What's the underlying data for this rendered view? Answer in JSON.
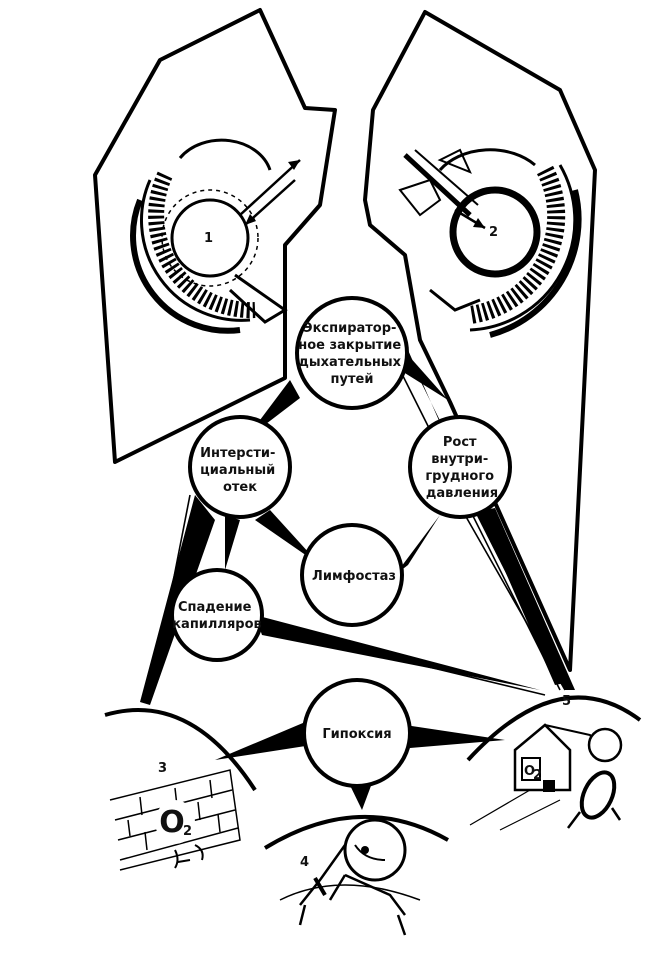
{
  "nodes": {
    "expiratory": [
      "Экспиратор-",
      "ное закрытие",
      "дыхательных",
      "путей"
    ],
    "edema": [
      "Интерсти-",
      "циальный",
      "отек"
    ],
    "pressure": [
      "Рост",
      "внутри-",
      "грудного",
      "давления"
    ],
    "lymph": [
      "Лимфостаз"
    ],
    "capillary": [
      "Спадение",
      "капилляров"
    ],
    "hypoxia": [
      "Гипоксия"
    ]
  },
  "markers": {
    "m1": "1",
    "m2": "2",
    "m3": "3",
    "m4": "4",
    "m5": "5"
  },
  "oxygen": {
    "symbol": "O",
    "subscript": "2"
  }
}
